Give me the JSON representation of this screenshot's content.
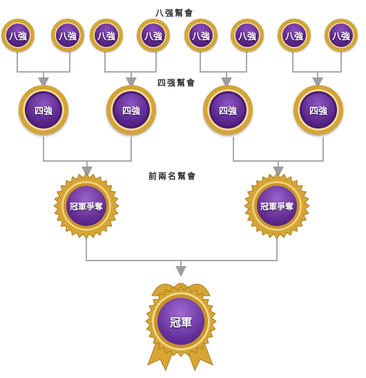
{
  "labels": {
    "top_eight": "八强幫會",
    "top_four": "四强幫會",
    "top_two": "前兩名幫會"
  },
  "round_of_eight": [
    "八強",
    "八強",
    "八強",
    "八強",
    "八強",
    "八強",
    "八強",
    "八強"
  ],
  "semifinal": [
    "四強",
    "四強",
    "四強",
    "四強"
  ],
  "final": [
    "冠軍爭奪",
    "冠軍爭奪"
  ],
  "champion": "冠軍",
  "colors": {
    "medal_purple": "#5b2789",
    "medal_gold": "#d2a637",
    "connector": "#9e9e9e"
  }
}
